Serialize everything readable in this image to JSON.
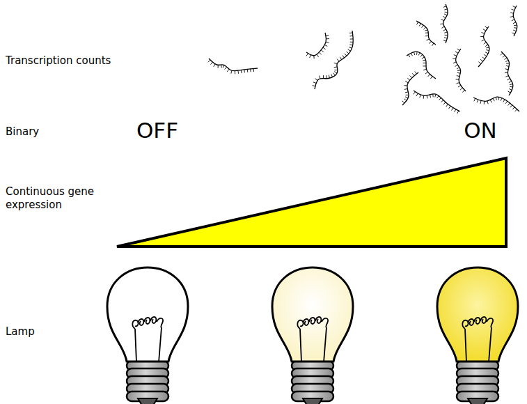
{
  "diagram": {
    "labels": [
      "Transcription counts",
      "Binary",
      "OFF",
      "ON",
      "Continuous gene expression",
      "Lamp"
    ]
  }
}
